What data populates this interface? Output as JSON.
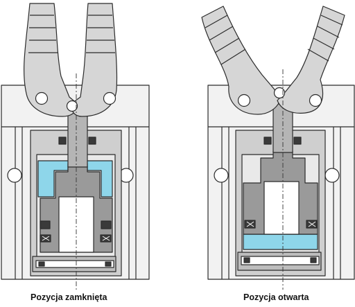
{
  "captions": {
    "closed": "Pozycja zamknięta",
    "open": "Pozycja otwarta"
  },
  "colors": {
    "outline": "#2b2b2b",
    "housing": "#f2f2f2",
    "cylinder": "#cfcfcf",
    "piston": "#999999",
    "jaw": "#d6d6d6",
    "pressure_chamber": "#8ed6ea",
    "centerline": "#333333",
    "seal": "#3a3a3a"
  },
  "states": [
    "closed",
    "open"
  ],
  "pressurized_chamber": {
    "closed": "upper",
    "open": "lower"
  }
}
